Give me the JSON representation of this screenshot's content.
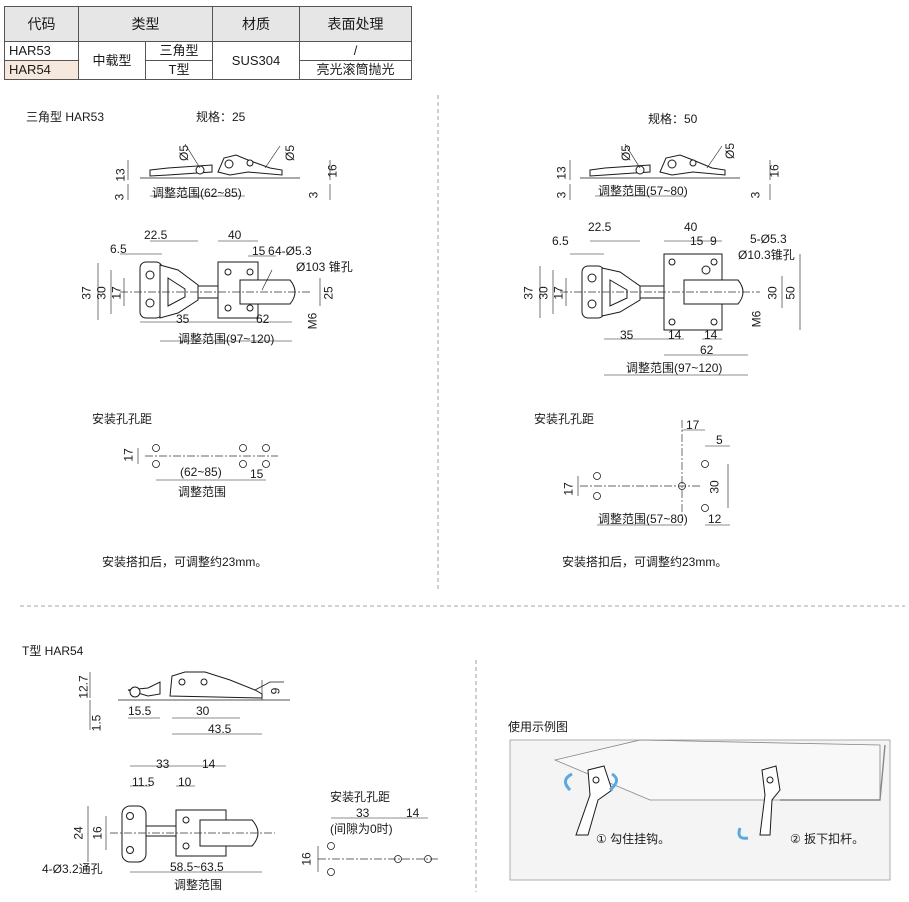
{
  "spec_table": {
    "headers": [
      "代码",
      "类型",
      "材质",
      "表面处理"
    ],
    "code_1": "HAR53",
    "code_2": "HAR54",
    "load": "中载型",
    "type_1": "三角型",
    "type_2": "T型",
    "material": "SUS304",
    "finish_1": "/",
    "finish_2": "亮光滚筒抛光"
  },
  "har53": {
    "title": "三角型  HAR53",
    "spec": "规格：25",
    "adj_top": "调整范围(62~85)",
    "adj_bottom": "调整范围(97~120)",
    "holes": "4-Ø5.3",
    "csk": "Ø103 锥孔",
    "mount_title": "安装孔孔距",
    "mount_range": "(62~85)",
    "mount_adj": "调整范围",
    "note": "安装搭扣后，可调整约23mm。",
    "dims": [
      "13",
      "3",
      "Ø5",
      "Ø5",
      "16",
      "3",
      "22.5",
      "6.5",
      "40",
      "15",
      "6",
      "37",
      "30",
      "17",
      "25",
      "M6",
      "35",
      "62",
      "17",
      "15"
    ]
  },
  "har53_50": {
    "spec": "规格：50",
    "adj_top": "调整范围(57~80)",
    "adj_bottom": "调整范围(97~120)",
    "holes": "5-Ø5.3",
    "csk": "Ø10.3锥孔",
    "mount_title": "安装孔孔距",
    "mount_adj": "调整范围(57~80)",
    "note": "安装搭扣后，可调整约23mm。",
    "dims": [
      "13",
      "3",
      "Ø5",
      "Ø5",
      "16",
      "3",
      "22.5",
      "6.5",
      "40",
      "15",
      "9",
      "37",
      "30",
      "17",
      "30",
      "50",
      "M6",
      "35",
      "14",
      "14",
      "62",
      "17",
      "5",
      "17",
      "30",
      "12"
    ]
  },
  "har54": {
    "title": "T型   HAR54",
    "holes": "4-Ø3.2通孔",
    "range": "58.5~63.5",
    "adj": "调整范围",
    "mount_title": "安装孔孔距",
    "gap_note": "(间隙为0时)",
    "dims": [
      "12.7",
      "9",
      "1.5",
      "15.5",
      "30",
      "43.5",
      "33",
      "14",
      "11.5",
      "10",
      "24",
      "16",
      "33",
      "14",
      "16"
    ]
  },
  "usage": {
    "title": "使用示例图",
    "step1": "① 勾住挂钩。",
    "step2": "② 扳下扣杆。"
  },
  "colors": {
    "highlight": "#f6e8dc",
    "header": "#e6e6e6",
    "arrow": "#5aa9e0"
  }
}
